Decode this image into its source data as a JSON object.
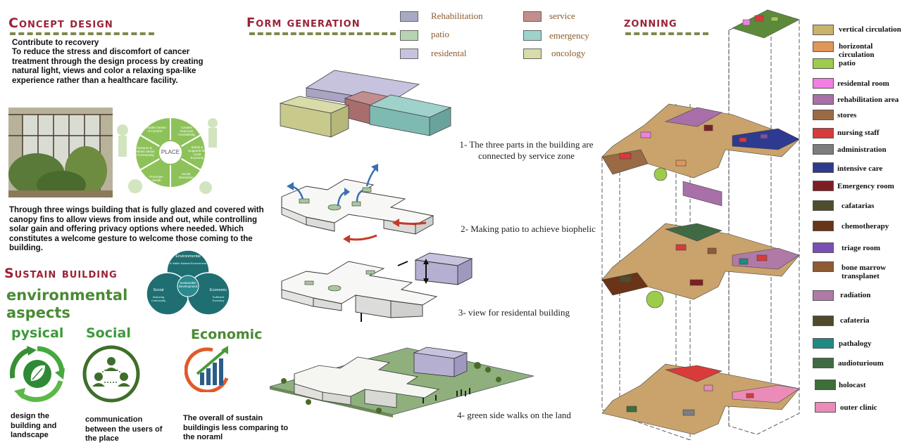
{
  "concept": {
    "title": "Concept design",
    "subtitle": "Contribute to recovery",
    "paragraph1": "To reduce the stress and discomfort of cancer treatment through the design process by creating natural light, views and color a relaxing spa-like experience rather than a healthcare facility.",
    "place_wheel": {
      "center": "PLACE",
      "segments": [
        "Creates Improves Accessibility",
        "Builds & Supports the Local Economy",
        "Social Interaction",
        "Promotes Health",
        "Nurtures & Defines Sense of Community",
        "Provides Sense of Comfort"
      ]
    },
    "paragraph2": "Through three wings building that is fully glazed and covered with canopy fins to allow views from inside and out, while controlling solar gain and offering privacy options where needed. Which constitutes a welcome gesture to welcome those coming to the building."
  },
  "sustain": {
    "title": "Sustain building",
    "env_heading": "environmental aspects",
    "venn": {
      "environmental": "Environmental",
      "env_sub": "A Viable Natural Environment",
      "social": "Social",
      "social_sub": "Nurturing Community",
      "economic": "Economic",
      "economic_sub": "Sufficient Economy",
      "center": "Sustainable Development"
    },
    "columns": [
      {
        "heading": "pysical",
        "caption": "design the building and landscape",
        "icon": "recycle-leaf-icon",
        "color": "#3d9a3a"
      },
      {
        "heading": "Social",
        "caption": "communication between the users of the place",
        "icon": "people-network-icon",
        "color": "#3f6e2a"
      },
      {
        "heading": "Economic",
        "caption": "The overall of sustain buildingis less comparing to the noraml",
        "icon": "growth-chart-icon",
        "color": "#4a8a35"
      }
    ]
  },
  "form": {
    "title": "Form generation",
    "legend": [
      {
        "label": "Rehabilitation",
        "color": "#a8a9c2"
      },
      {
        "label": "patio",
        "color": "#b7d3b3"
      },
      {
        "label": "residental",
        "color": "#c7c2dd"
      },
      {
        "label": "service",
        "color": "#c28d8d"
      },
      {
        "label": "emergency",
        "color": "#9ed2cb"
      },
      {
        "label": "oncology",
        "color": "#d9dba8"
      }
    ],
    "steps": [
      {
        "text": "1- The three parts in the building are connected by service zone"
      },
      {
        "text": "2- Making patio to achieve biophelic"
      },
      {
        "text": "3- view for residental building"
      },
      {
        "text": "4- green side walks on the land"
      }
    ]
  },
  "zoning": {
    "title": "zonning",
    "legend": [
      {
        "label": "vertical circulation",
        "color": "#c9b36b"
      },
      {
        "label": "horizontal circulation",
        "color": "#e0955a"
      },
      {
        "label": "patio",
        "color": "#9ccc4a"
      },
      {
        "label": "residental room",
        "color": "#f27ee3"
      },
      {
        "label": "rehabilitation area",
        "color": "#a86fa8"
      },
      {
        "label": "stores",
        "color": "#9a6a44"
      },
      {
        "label": "nursing staff",
        "color": "#d93a3a"
      },
      {
        "label": "administration",
        "color": "#7d7d7d"
      },
      {
        "label": "intensive care",
        "color": "#2e3a8f"
      },
      {
        "label": "Emergency room",
        "color": "#7e1e24"
      },
      {
        "label": "cafatarias",
        "color": "#4f4d2c"
      },
      {
        "label": "chemotherapy",
        "color": "#6a3418"
      },
      {
        "label": "triage room",
        "color": "#7a4fb5"
      },
      {
        "label": "bone marrow transplanet",
        "color": "#8f5a34"
      },
      {
        "label": "radiation",
        "color": "#b07aa6"
      },
      {
        "label": "cafateria",
        "color": "#4f4a2a"
      },
      {
        "label": "pathalogy",
        "color": "#1f8a83"
      },
      {
        "label": "audioturioum",
        "color": "#3f6a44"
      },
      {
        "label": "holocast",
        "color": "#3e6e3a"
      },
      {
        "label": "outer clinic",
        "color": "#ea8bb8"
      }
    ]
  }
}
